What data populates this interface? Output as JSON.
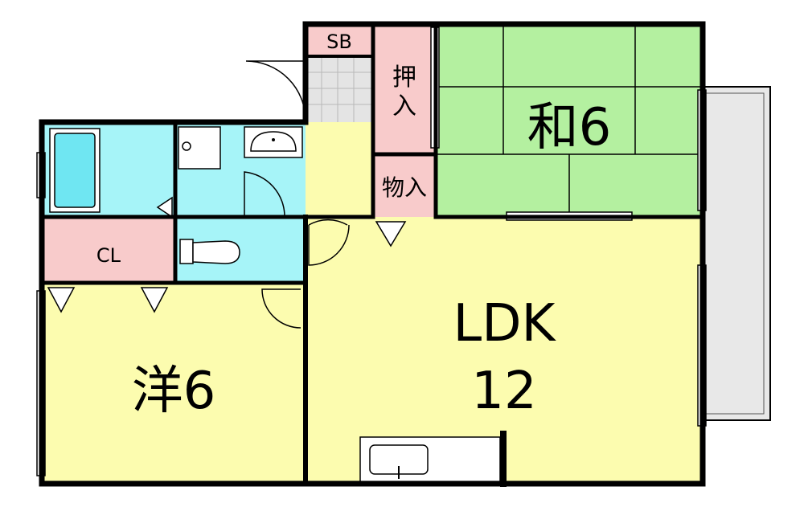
{
  "rooms": {
    "ldk": {
      "name": "LDK",
      "size": "12"
    },
    "washitsu": {
      "label": "和6"
    },
    "yoshitsu": {
      "label": "洋6"
    },
    "closet": {
      "label": "CL"
    },
    "shoe_box": {
      "label": "SB"
    },
    "oshiire": {
      "line1": "押",
      "line2": "入"
    },
    "monoire": {
      "label": "物入"
    }
  },
  "colors": {
    "living_yellow": "#FCFCAF",
    "tatami_green": "#B4F0A0",
    "storage_pink": "#F8CBCB",
    "wet_cyan": "#A6F4F8",
    "tub_blue": "#6FE6F2",
    "balcony_gray": "#E8E8E8",
    "wall": "#000000"
  }
}
